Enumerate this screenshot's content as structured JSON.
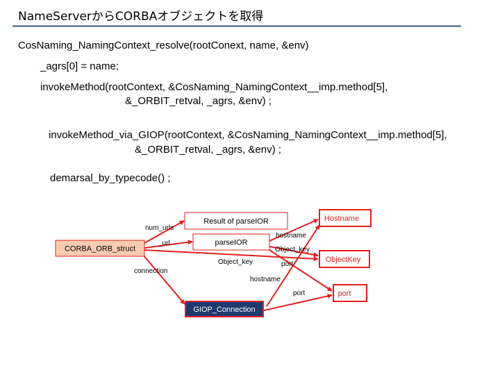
{
  "slide": {
    "title": "NameServerからCORBAオブジェクトを取得"
  },
  "code": {
    "line1": "CosNaming_NamingContext_resolve(rootConext, name, &env)",
    "line2": "_agrs[0] = name;",
    "line3": "invokeMethod(rootContext, &CosNaming_NamingContext__imp.method[5],",
    "line4": "&_ORBIT_retval, _agrs, &env) ;",
    "line5": "invokeMethod_via_GIOP(rootContext, &CosNaming_NamingContext__imp.method[5],",
    "line6": "&_ORBIT_retval, _agrs, &env) ;",
    "line7": "demarsal_by_typecode() ;"
  },
  "diagram": {
    "nodes": {
      "orb_struct": "CORBA_ORB_struct",
      "result_parseior": "Result of parseIOR",
      "parseior": "parseIOR",
      "hostname": "Hostname",
      "objectkey": "ObjectKey",
      "port": "port",
      "giop_connection": "GIOP_Connection"
    },
    "edges": {
      "num_urls": "num_urls",
      "url": "_url",
      "object_key": "Object_key",
      "connection": "connection",
      "pi_hostname": "hostname",
      "pi_object_key": "Object_key",
      "pi_port": "port",
      "giop_hostname": "hostname",
      "giop_port": "port"
    },
    "colors": {
      "edge": "#e41e1e",
      "orb_fill": "#f9cbb0",
      "giop_fill": "#1f3a6e",
      "giop_text": "#ffffff",
      "box_border": "#e41e1e",
      "target_text": "#e41e1e"
    }
  }
}
